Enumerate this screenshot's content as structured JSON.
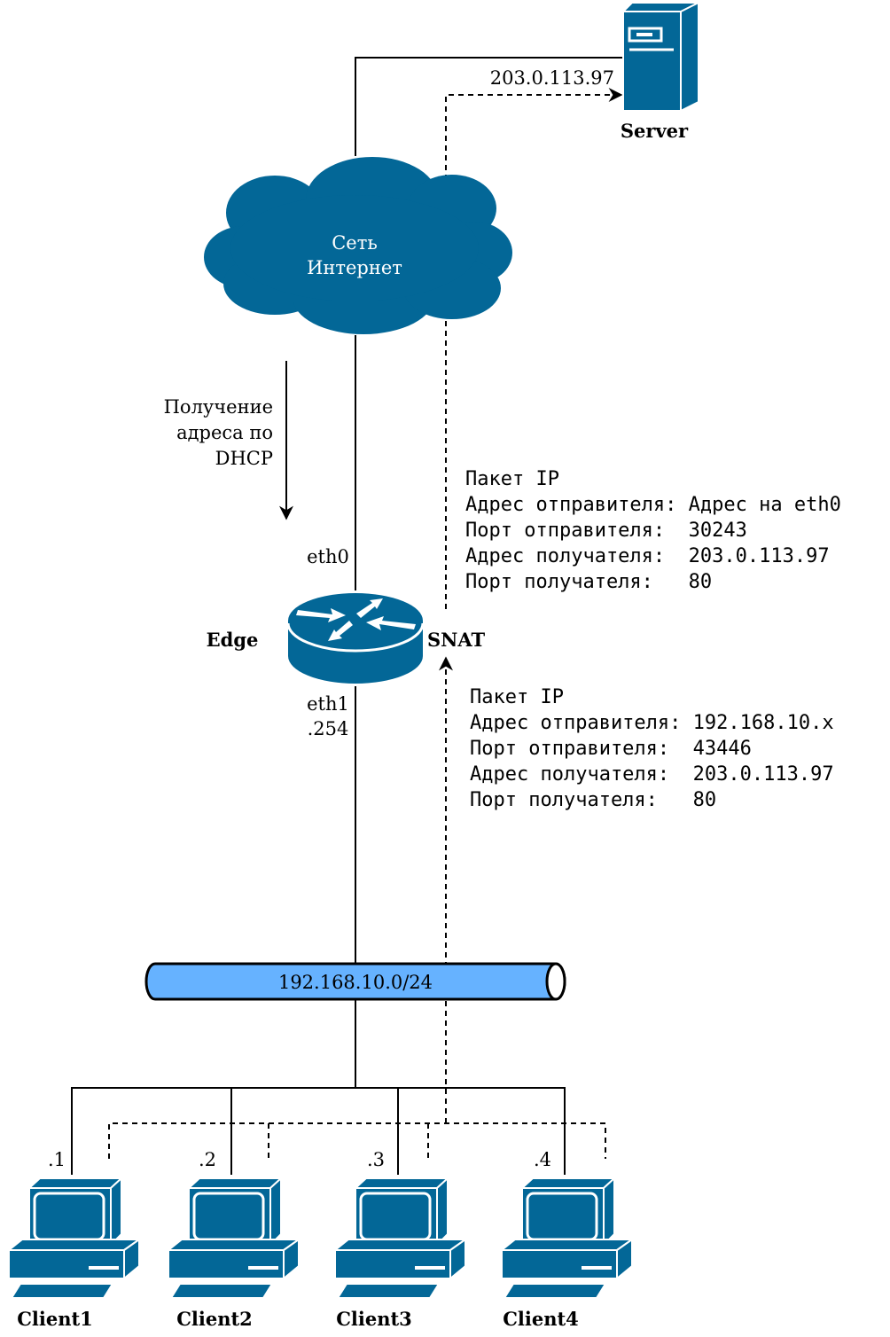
{
  "colors": {
    "device": "#036797",
    "bus": "#66b2ff",
    "line": "#000000"
  },
  "server": {
    "label": "Server",
    "ip": "203.0.113.97",
    "icon": "server-icon"
  },
  "internet": {
    "line1": "Сеть",
    "line2": "Интернет",
    "icon": "cloud-icon"
  },
  "dhcp": {
    "line1": "Получение",
    "line2": "адреса по",
    "line3": "DHCP"
  },
  "router": {
    "label": "Edge",
    "nat_label": "SNAT",
    "eth0": "eth0",
    "eth1": "eth1",
    "eth1_ip": ".254",
    "icon": "router-icon"
  },
  "packet_out": {
    "lines": [
      "Пакет IP",
      "Адрес отправителя: Адрес на eth0",
      "Порт отправителя:  30243",
      "Адрес получателя:  203.0.113.97",
      "Порт получателя:   80"
    ]
  },
  "packet_in": {
    "lines": [
      "Пакет IP",
      "Адрес отправителя: 192.168.10.x",
      "Порт отправителя:  43446",
      "Адрес получателя:  203.0.113.97",
      "Порт получателя:   80"
    ]
  },
  "lan": {
    "subnet": "192.168.10.0/24"
  },
  "clients": [
    {
      "name": "Client1",
      "ip": ".1",
      "icon": "pc-icon"
    },
    {
      "name": "Client2",
      "ip": ".2",
      "icon": "pc-icon"
    },
    {
      "name": "Client3",
      "ip": ".3",
      "icon": "pc-icon"
    },
    {
      "name": "Client4",
      "ip": ".4",
      "icon": "pc-icon"
    }
  ]
}
